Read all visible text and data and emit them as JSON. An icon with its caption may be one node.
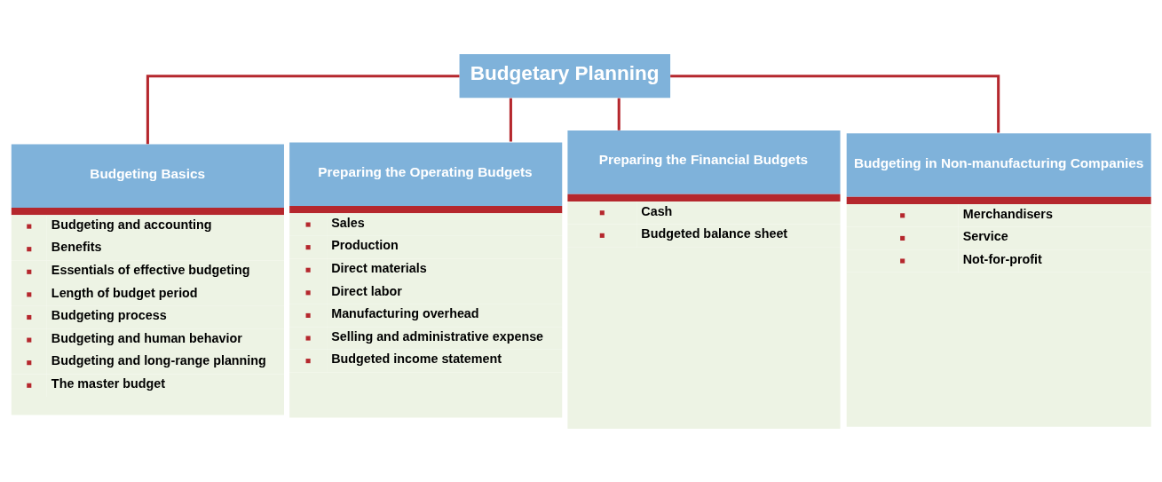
{
  "diagram": {
    "nodes": [
      {
        "text": [
          "Budgetary Planning"
        ]
      },
      {
        "text": [
          "Budgeting Basics",
          "Budgeting and accounting",
          "Benefits",
          "Essentials of effective budgeting",
          "Length of budget period",
          "Budgeting process",
          "Budgeting and human behavior",
          "Budgeting and long-range planning",
          "The master budget"
        ]
      },
      {
        "text": [
          "Preparing the Operating Budgets",
          "Sales",
          "Production",
          "Direct materials",
          "Direct labor",
          "Manufacturing overhead",
          "Selling and administrative expense",
          "Budgeted income statement"
        ]
      },
      {
        "text": [
          "Preparing the Financial Budgets",
          "Cash",
          "Budgeted balance sheet"
        ]
      },
      {
        "text": [
          "Budgeting in Non-manufacturing Companies",
          "Merchandisers",
          "Service",
          "Not-for-profit"
        ]
      }
    ],
    "edges": [
      {
        "from": 0,
        "to": 1,
        "arrow": "none"
      },
      {
        "from": 0,
        "to": 2,
        "arrow": "none"
      },
      {
        "from": 0,
        "to": 3,
        "arrow": "none"
      },
      {
        "from": 0,
        "to": 4,
        "arrow": "none"
      }
    ]
  }
}
